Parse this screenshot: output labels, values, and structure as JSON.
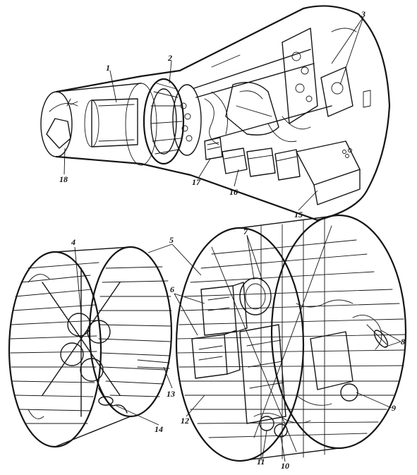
{
  "callouts": [
    {
      "id": "c1",
      "text": "1"
    },
    {
      "id": "c2",
      "text": "2"
    },
    {
      "id": "c3",
      "text": "3"
    },
    {
      "id": "c4",
      "text": "4"
    },
    {
      "id": "c5",
      "text": "5"
    },
    {
      "id": "c6",
      "text": "6"
    },
    {
      "id": "c7",
      "text": "7"
    },
    {
      "id": "c8",
      "text": "8"
    },
    {
      "id": "c9",
      "text": "9"
    },
    {
      "id": "c10",
      "text": "10"
    },
    {
      "id": "c11",
      "text": "11"
    },
    {
      "id": "c12",
      "text": "12"
    },
    {
      "id": "c13",
      "text": "13"
    },
    {
      "id": "c14",
      "text": "14"
    },
    {
      "id": "c15",
      "text": "15"
    },
    {
      "id": "c16",
      "text": "16"
    },
    {
      "id": "c17",
      "text": "17"
    },
    {
      "id": "c18",
      "text": "18"
    }
  ],
  "palette": {
    "ink": "#151515",
    "paper": "#ffffff"
  }
}
